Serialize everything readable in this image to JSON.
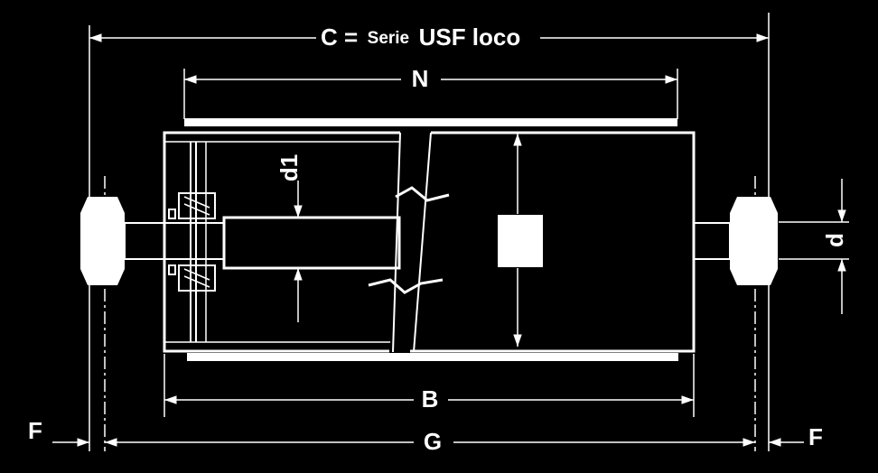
{
  "diagram": {
    "background_color": "#000000",
    "line_color": "#ffffff",
    "labels": {
      "c_prefix": "C =",
      "c_series": "Serie",
      "c_name": "USF loco",
      "n": "N",
      "b": "B",
      "g": "G",
      "f_left": "F",
      "f_right": "F",
      "d": "d",
      "d1": "d1"
    }
  }
}
